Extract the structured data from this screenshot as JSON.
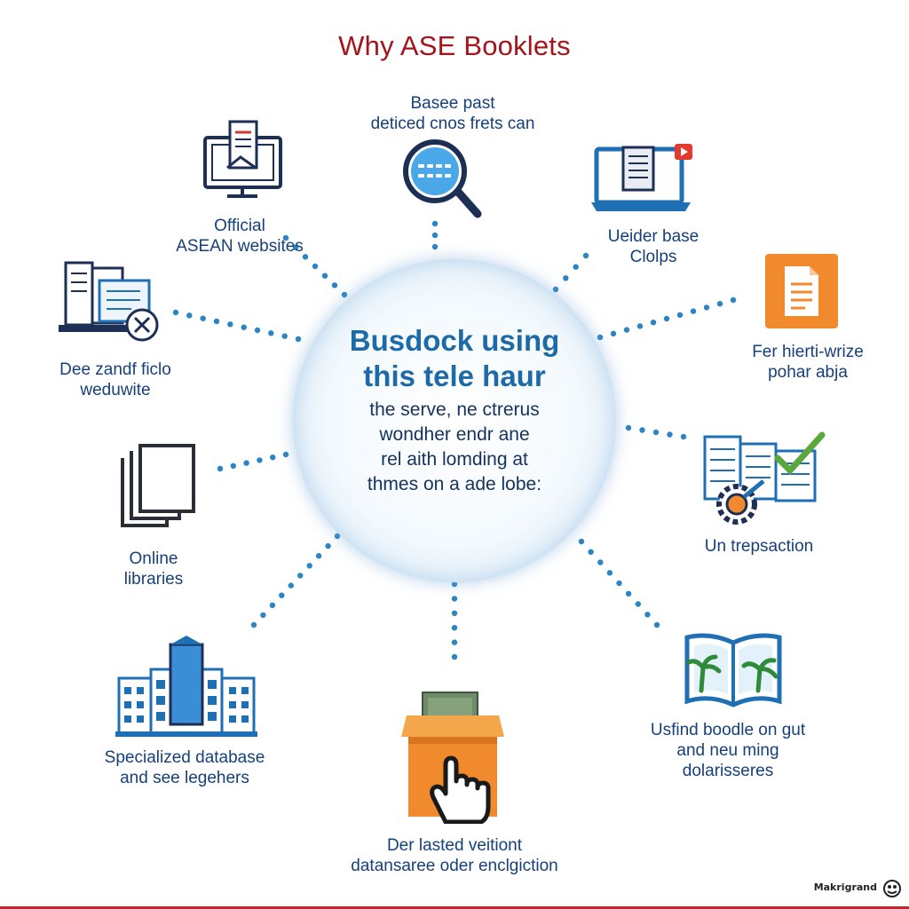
{
  "title": "Why ASE Booklets",
  "center": {
    "heading": [
      "Busdock using",
      "this tele haur"
    ],
    "body": [
      "the serve, ne ctrerus",
      "wondher endr ane",
      "rel aith lomding at",
      "thmes on a ade lobe:"
    ]
  },
  "nodes": [
    {
      "id": "search",
      "label": [
        "Basee past",
        "deticed cnos frets can"
      ],
      "icon": "magnifier-icon"
    },
    {
      "id": "official",
      "label": [
        "Official",
        "ASEAN websites"
      ],
      "icon": "desktop-document-icon"
    },
    {
      "id": "laptop",
      "label": [
        "Ueider base",
        "Clolps"
      ],
      "icon": "laptop-document-icon"
    },
    {
      "id": "archive",
      "label": [
        "Dee zandf ficlo",
        "weduwite"
      ],
      "icon": "archive-files-icon"
    },
    {
      "id": "document",
      "label": [
        "Fer hierti-wrize",
        "pohar abja"
      ],
      "icon": "orange-document-icon"
    },
    {
      "id": "libraries",
      "label": [
        "Online",
        "libraries"
      ],
      "icon": "stacked-papers-icon"
    },
    {
      "id": "transaction",
      "label": [
        "Un trepsaction"
      ],
      "icon": "checklist-gear-icon"
    },
    {
      "id": "database",
      "label": [
        "Specialized database",
        "and see legehers"
      ],
      "icon": "buildings-icon"
    },
    {
      "id": "book",
      "label": [
        "Usfind boodle on gut",
        "and neu ming",
        "dolarisseres"
      ],
      "icon": "open-book-icon"
    },
    {
      "id": "box",
      "label": [
        "Der lasted veitiont",
        "datansaree oder enclgiction"
      ],
      "icon": "box-hand-icon"
    }
  ],
  "brand": "Makrigrand",
  "colors": {
    "title": "#a3141c",
    "label": "#15407a",
    "accent": "#1c6aa8",
    "dots": "#2b84c4",
    "orange": "#f08a2c"
  }
}
